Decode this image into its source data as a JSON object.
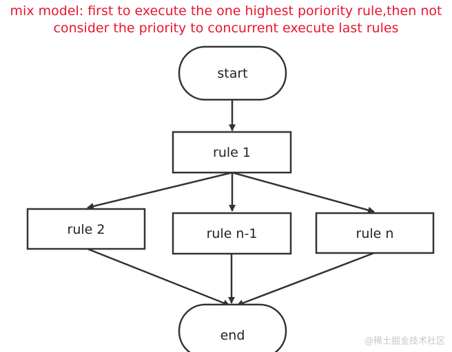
{
  "title": {
    "line1": "mix model: first to execute the one highest poriority rule,then not",
    "line2": "consider the priority to concurrent execute last rules"
  },
  "nodes": {
    "start": "start",
    "rule1": "rule 1",
    "rule2": "rule 2",
    "rule_n_minus_1": "rule n-1",
    "rule_n": "rule n",
    "end": "end"
  },
  "watermark": "@稀土掘金技术社区",
  "colors": {
    "title": "#e8152e",
    "stroke": "#333333",
    "text": "#222222"
  }
}
